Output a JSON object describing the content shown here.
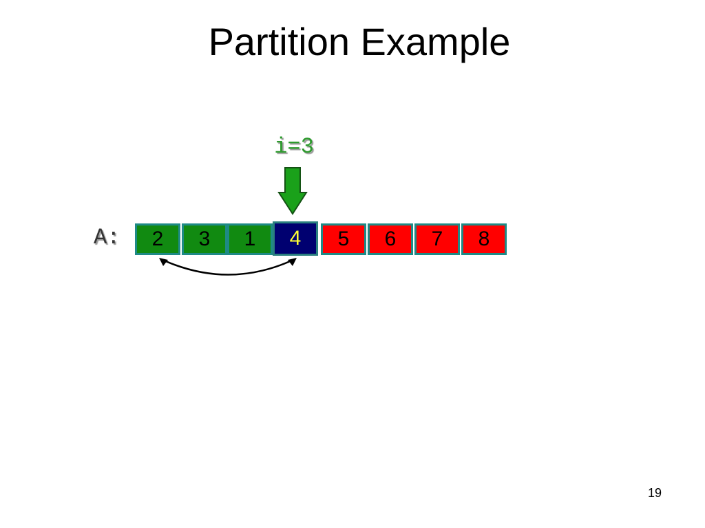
{
  "title": "Partition Example",
  "pointer": {
    "label": "i=3",
    "color": "#2e9b2e",
    "arrow_color": "#1aa11a",
    "arrow_outline": "#145214"
  },
  "array": {
    "label": "A:",
    "cells": [
      {
        "value": "2",
        "fill": "#118a11",
        "text_color": "#000000"
      },
      {
        "value": "3",
        "fill": "#118a11",
        "text_color": "#000000"
      },
      {
        "value": "1",
        "fill": "#118a11",
        "text_color": "#000000"
      },
      {
        "value": "4",
        "fill": "#000070",
        "text_color": "#ffff33"
      },
      {
        "value": "5",
        "fill": "#ff0000",
        "text_color": "#000000"
      },
      {
        "value": "6",
        "fill": "#ff0000",
        "text_color": "#000000"
      },
      {
        "value": "7",
        "fill": "#ff0000",
        "text_color": "#000000"
      },
      {
        "value": "8",
        "fill": "#ff0000",
        "text_color": "#000000"
      }
    ]
  },
  "swap": {
    "from_index": 0,
    "to_index": 3,
    "icon": "double-headed-curved-arrow"
  },
  "page_number": "19"
}
